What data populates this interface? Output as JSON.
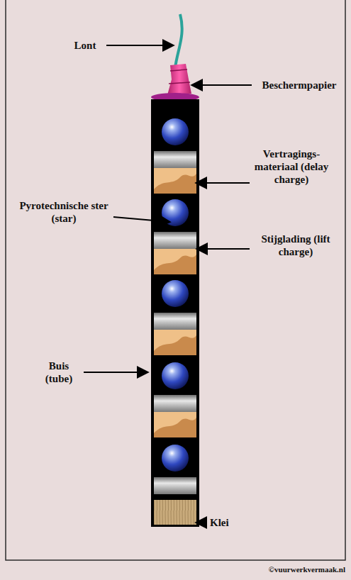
{
  "diagram": {
    "labels": [
      "Lont",
      "Beschermpapier",
      "Vertragings- materiaal (delay charge)",
      "Pyrotechnische ster (star)",
      "Stijglading (lift charge)",
      "Buis (tube)",
      "Klei",
      "©vuurwerkvermaak.nl"
    ]
  }
}
